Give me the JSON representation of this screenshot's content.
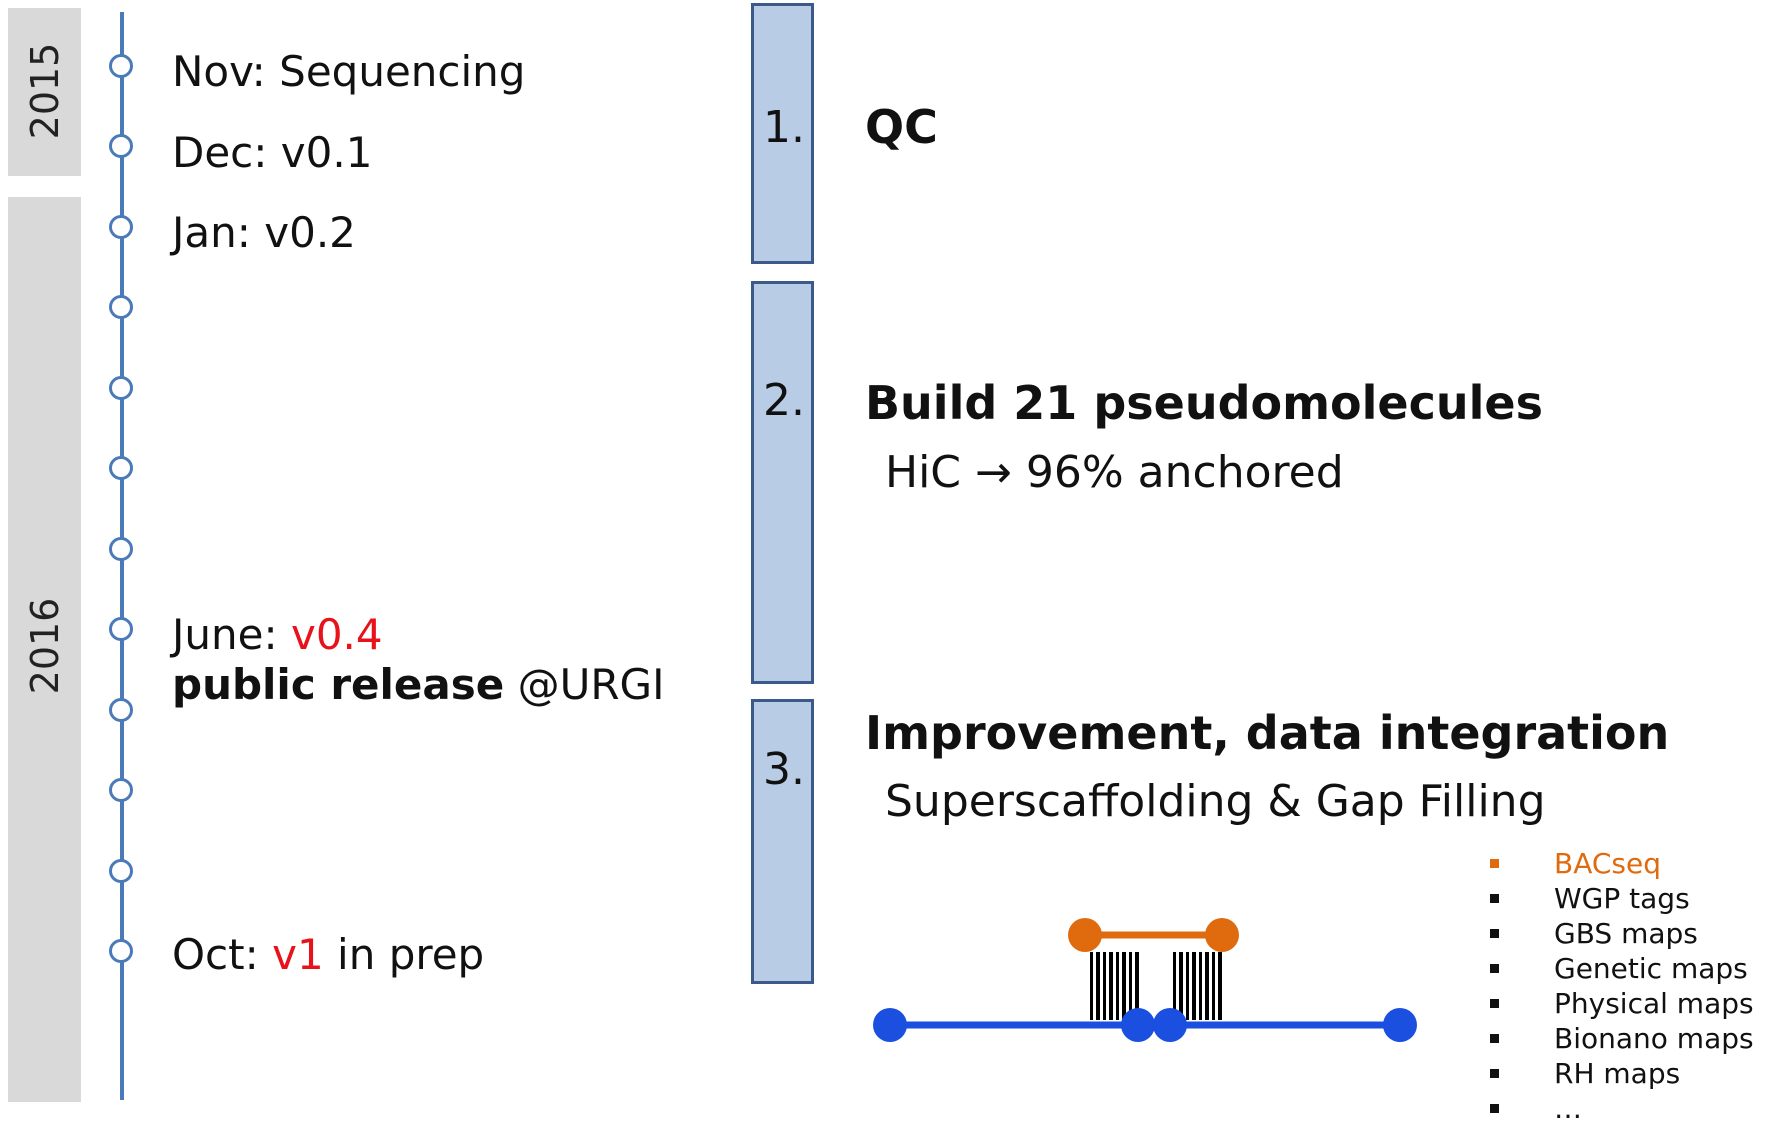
{
  "years": [
    "2015",
    "2016"
  ],
  "events": {
    "nov": {
      "text": "Nov: Sequencing"
    },
    "dec": {
      "text": "Dec: v0.1"
    },
    "jan": {
      "text": "Jan: v0.2"
    },
    "june": {
      "prefix": "June: ",
      "version": "v0.4",
      "release_bold": "public release",
      "release_rest": " @URGI"
    },
    "oct": {
      "prefix": "Oct: ",
      "version": "v1",
      "suffix": " in prep"
    }
  },
  "steps": [
    {
      "number": "1.",
      "title": "QC"
    },
    {
      "number": "2.",
      "title": "Build 21 pseudomolecules",
      "subtitle": "HiC → 96% anchored"
    },
    {
      "number": "3.",
      "title": "Improvement, data integration",
      "subtitle": "Superscaffolding & Gap Filling"
    }
  ],
  "data_sources": [
    "BACseq",
    "WGP tags",
    "GBS maps",
    "Genetic maps",
    "Physical maps",
    "Bionano maps",
    "RH maps",
    "…"
  ],
  "colors": {
    "timeline": "#4a7ab8",
    "highlight_red": "#e8131a",
    "bacseq_orange": "#e06b0f",
    "scaffold_blue": "#1a4fe0",
    "step_box": "#b8cde5"
  }
}
